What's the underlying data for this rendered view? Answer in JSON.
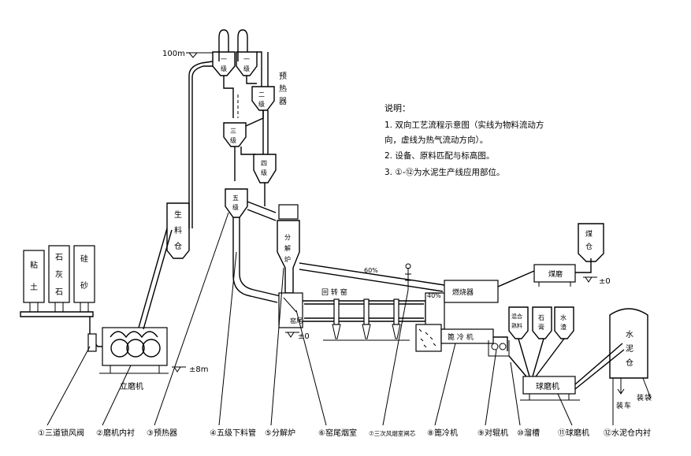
{
  "notes": {
    "title": "说明：",
    "line1a": "1. 双向工艺流程示意图（实线为物料流动方",
    "line1b": "向，虚线为热气流动方向）。",
    "line2": "2. 设备、原料匹配与标高图。",
    "line3": "3. ①-⑫为水泥生产线应用部位。"
  },
  "elevations": {
    "top": "100m",
    "mill": "±8m",
    "kiln": "±0",
    "coal": "±0"
  },
  "preheater": {
    "label_chars": [
      "预",
      "热",
      "器"
    ],
    "stage1a": [
      "一",
      "级"
    ],
    "stage1b": [
      "一",
      "级"
    ],
    "stage2": [
      "二",
      "级"
    ],
    "stage3": [
      "三",
      "级"
    ],
    "stage4": [
      "四",
      "级"
    ],
    "stage5": [
      "五",
      "级"
    ]
  },
  "raw_bins": [
    {
      "chars": [
        "粘",
        "土"
      ]
    },
    {
      "chars": [
        "石",
        "灰",
        "石"
      ]
    },
    {
      "chars": [
        "硅",
        "砂"
      ]
    }
  ],
  "raw_meal_bin": [
    "生",
    "料",
    "仓"
  ],
  "vertical_mill": "立磨机",
  "calciner": [
    "分",
    "解",
    "炉"
  ],
  "kiln_label": "回 转 窑",
  "kiln_inlet": [
    "窑",
    "尾"
  ],
  "percent_60": "60%",
  "percent_40": "40%",
  "burner": "燃烧器",
  "coal_bin": [
    "煤",
    "仓"
  ],
  "coal_mill": "煤磨",
  "cooler": "篦 冷 机",
  "cement_bins": [
    {
      "chars": [
        "混合",
        "熟料"
      ]
    },
    {
      "chars": [
        "石",
        "膏"
      ]
    },
    {
      "chars": [
        "水",
        "渣"
      ]
    }
  ],
  "ball_mill": "球磨机",
  "cement_silo": [
    "水",
    "泥",
    "仓"
  ],
  "truck_load": [
    "装",
    "车"
  ],
  "bag_load": [
    "装",
    "袋"
  ],
  "legend": [
    "①三道锁风阀",
    "②磨机内衬",
    "③预热器",
    "④五级下料管",
    "⑤分解炉",
    "⑥窑尾烟室",
    "⑦三次风烟室闸芯",
    "⑧篦冷机",
    "⑨对辊机",
    "⑩溜槽",
    "⑪球磨机",
    "⑫水泥仓内衬"
  ]
}
